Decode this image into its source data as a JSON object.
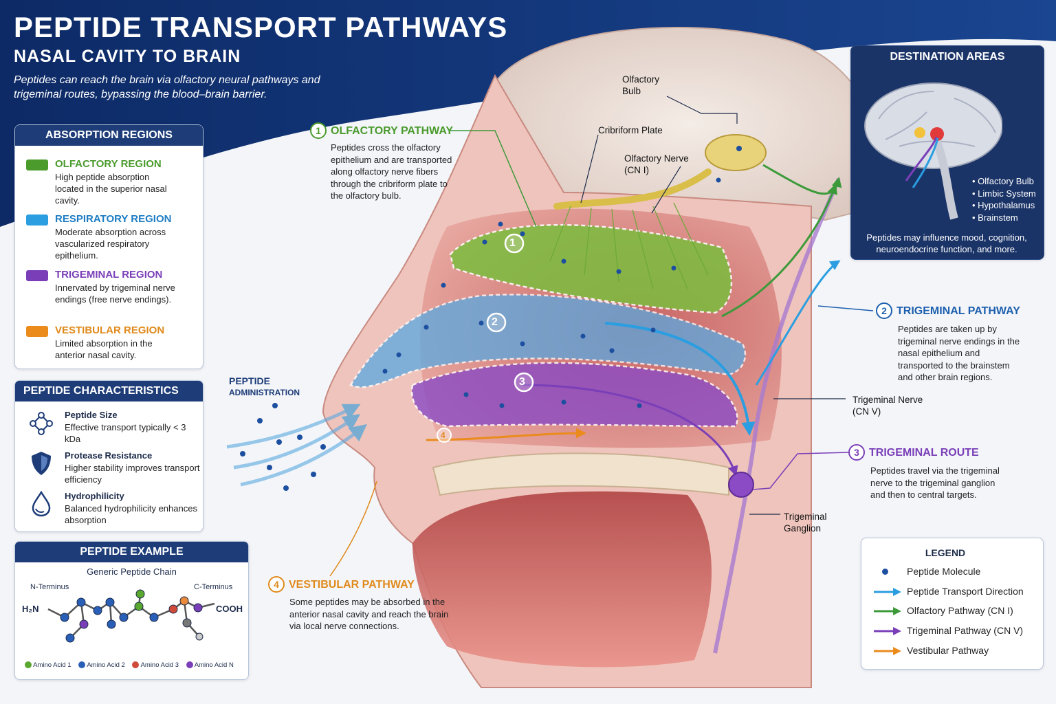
{
  "header": {
    "title": "PEPTIDE TRANSPORT PATHWAYS",
    "subtitle": "NASAL CAVITY TO BRAIN",
    "intro": "Peptides can reach the brain via olfactory neural pathways and trigeminal routes, bypassing the blood–brain barrier."
  },
  "absorption": {
    "title": "ABSORPTION REGIONS",
    "regions": [
      {
        "name": "OLFACTORY REGION",
        "desc": "High peptide absorption located in the superior nasal cavity.",
        "color": "#4a9a2c"
      },
      {
        "name": "RESPIRATORY REGION",
        "desc": "Moderate absorption across vascularized respiratory epithelium.",
        "color": "#2a9ee0"
      },
      {
        "name": "TRIGEMINAL REGION",
        "desc": "Innervated by trigeminal nerve endings (free nerve endings).",
        "color": "#7a3fb8"
      },
      {
        "name": "VESTIBULAR REGION",
        "desc": "Limited absorption in the anterior nasal cavity.",
        "color": "#ea8b1c"
      }
    ]
  },
  "characteristics": {
    "title": "PEPTIDE CHARACTERISTICS",
    "items": [
      {
        "name": "Peptide Size",
        "desc": "Effective transport typically < 3 kDa",
        "icon": "molecule-icon"
      },
      {
        "name": "Protease Resistance",
        "desc": "Higher stability improves transport efficiency",
        "icon": "shield-icon"
      },
      {
        "name": "Hydrophilicity",
        "desc": "Balanced hydrophilicity enhances absorption",
        "icon": "droplet-icon"
      }
    ]
  },
  "example": {
    "title": "PEPTIDE EXAMPLE",
    "subtitle": "Generic Peptide Chain",
    "n_terminus": "N-Terminus",
    "c_terminus": "C-Terminus",
    "h2n": "H₂N",
    "cooh": "COOH",
    "amino_acids": [
      {
        "label": "Amino Acid 1",
        "color": "#5aa830"
      },
      {
        "label": "Amino Acid 2",
        "color": "#2a5fb8"
      },
      {
        "label": "Amino Acid 3",
        "color": "#d04a3a"
      },
      {
        "label": "Amino Acid N",
        "color": "#7a3fb8"
      }
    ]
  },
  "administration": {
    "line1": "PEPTIDE",
    "line2": "ADMINISTRATION"
  },
  "pathways": {
    "olfactory": {
      "num": "1",
      "title": "OLFACTORY PATHWAY",
      "desc": "Peptides cross the olfactory epithelium and are transported along olfactory nerve fibers through the cribriform plate to the olfactory bulb.",
      "color": "#4a9a2c"
    },
    "trigeminal": {
      "num": "2",
      "title": "TRIGEMINAL PATHWAY",
      "desc": "Peptides are taken up by trigeminal nerve endings in the nasal epithelium and transported to the brainstem and other brain regions.",
      "color": "#1d5fae"
    },
    "route": {
      "num": "3",
      "title": "TRIGEMINAL ROUTE",
      "desc": "Peptides travel via the trigeminal nerve to the trigeminal ganglion and then to central targets.",
      "color": "#7a3fb8"
    },
    "vestibular": {
      "num": "4",
      "title": "VESTIBULAR PATHWAY",
      "desc": "Some peptides may be absorbed in the anterior nasal cavity and reach the brain via local nerve connections.",
      "color": "#e08a1c"
    }
  },
  "anatomy": {
    "olfactory_bulb": "Olfactory Bulb",
    "cribriform_plate": "Cribriform Plate",
    "olfactory_nerve": "Olfactory Nerve (CN I)",
    "trigeminal_nerve": "Trigeminal Nerve (CN V)",
    "trigeminal_ganglion": "Trigeminal Ganglion",
    "region_numbers": [
      "1",
      "2",
      "3",
      "4"
    ]
  },
  "destination": {
    "title": "DESTINATION AREAS",
    "areas": [
      "• Olfactory Bulb",
      "• Limbic System",
      "• Hypothalamus",
      "• Brainstem"
    ],
    "note": "Peptides may influence mood, cognition, neuroendocrine function, and more."
  },
  "legend": {
    "title": "LEGEND",
    "items": [
      {
        "label": "Peptide Molecule",
        "color": "#1d4fa0",
        "type": "dot"
      },
      {
        "label": "Peptide Transport Direction",
        "color": "#2a9ee0",
        "type": "arrow"
      },
      {
        "label": "Olfactory Pathway (CN I)",
        "color": "#3d9a3a",
        "type": "arrow"
      },
      {
        "label": "Trigeminal Pathway (CN V)",
        "color": "#7a3fb8",
        "type": "arrow"
      },
      {
        "label": "Vestibular Pathway",
        "color": "#ea8b1c",
        "type": "arrow"
      }
    ]
  }
}
